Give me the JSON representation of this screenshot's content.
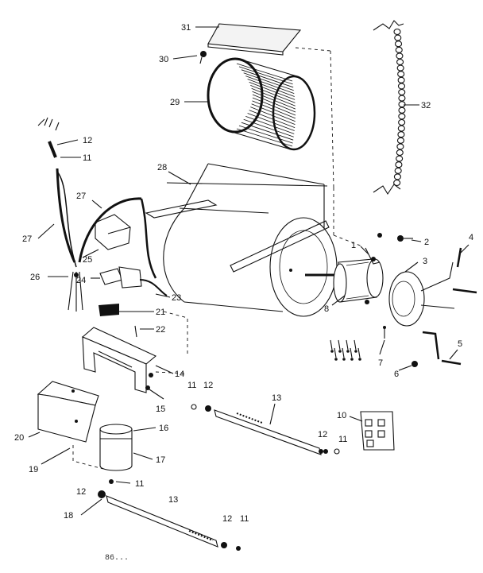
{
  "callouts": {
    "c1": "1",
    "c2": "2",
    "c3": "3",
    "c4": "4",
    "c5": "5",
    "c6": "6",
    "c7": "7",
    "c8": "8",
    "c10": "10",
    "c11a": "11",
    "c11b": "11",
    "c11c": "11",
    "c11d": "11",
    "c11e": "11",
    "c12a": "12",
    "c12b": "12",
    "c12c": "12",
    "c12d": "12",
    "c12e": "12",
    "c13a": "13",
    "c13b": "13",
    "c14": "14",
    "c15": "15",
    "c16": "16",
    "c17": "17",
    "c18": "18",
    "c19": "19",
    "c20": "20",
    "c21": "21",
    "c22": "22",
    "c23": "23",
    "c24": "24",
    "c25": "25",
    "c26": "26",
    "c27a": "27",
    "c27b": "27",
    "c28": "28",
    "c29": "29",
    "c30": "30",
    "c31": "31",
    "c32": "32"
  },
  "drawing_code": "86..."
}
